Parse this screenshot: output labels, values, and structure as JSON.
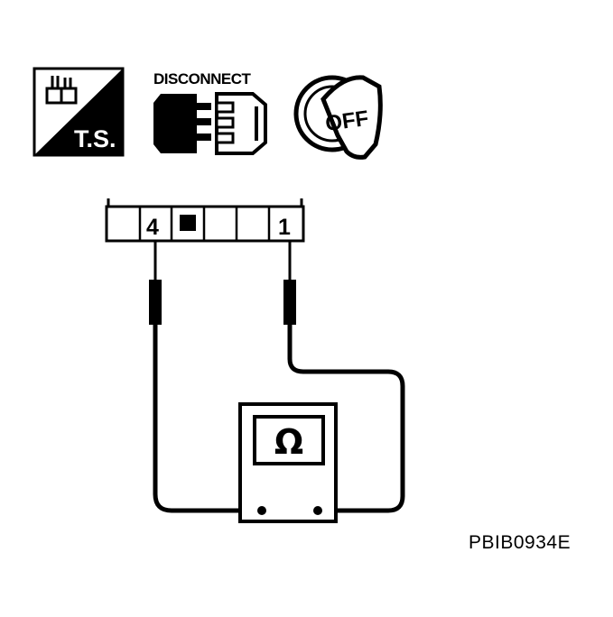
{
  "icons": {
    "ts": {
      "name": "ts-icon",
      "label": "T.S."
    },
    "disconnect": {
      "name": "connector-disconnect-icon",
      "label": "DISCONNECT"
    },
    "ignition": {
      "name": "ignition-key-off-icon",
      "label": "OFF"
    }
  },
  "connector": {
    "pins": [
      {
        "number": "4"
      },
      {
        "number": "1"
      }
    ]
  },
  "meter": {
    "symbol": "Ω"
  },
  "figure_id": "PBIB0934E"
}
